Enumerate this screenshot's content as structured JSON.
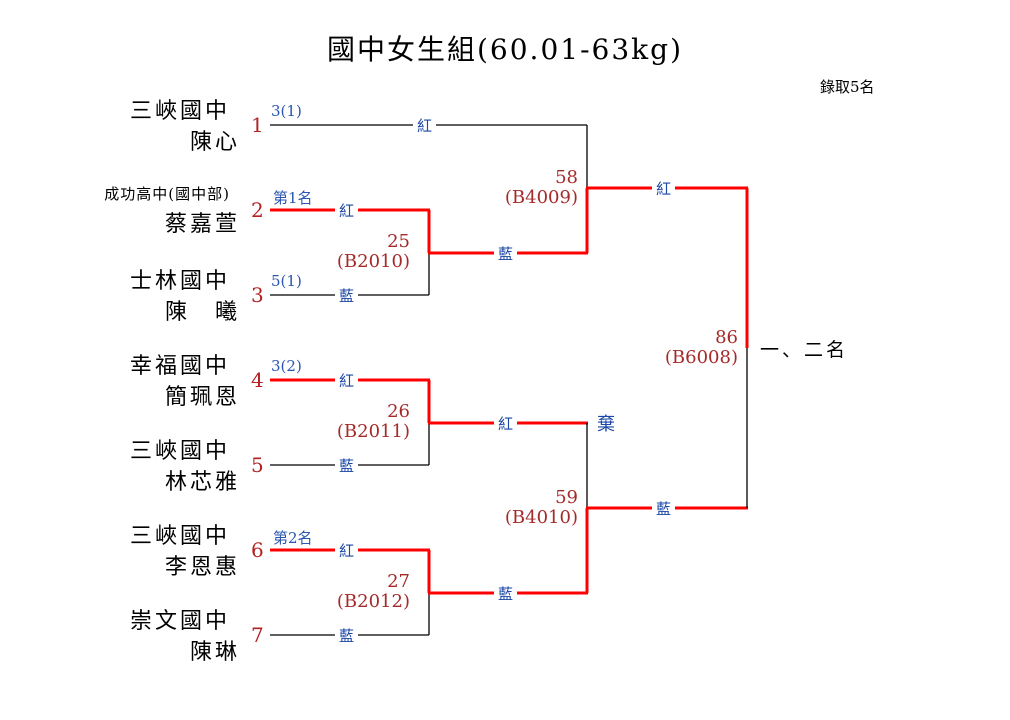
{
  "title": "國中女生組(60.01-63kg)",
  "quota": "錄取5名",
  "colors": {
    "win_line": "#ff0000",
    "line": "#000000",
    "seed": "#b22222",
    "corner": "#1b47a6",
    "match": "#a52a2a"
  },
  "players": [
    {
      "seed": "1",
      "school": "三峽國中",
      "name": "陳心",
      "note": "3(1)"
    },
    {
      "seed": "2",
      "school": "成功高中(國中部)",
      "name": "蔡嘉萱",
      "note": "第1名"
    },
    {
      "seed": "3",
      "school": "士林國中",
      "name": "陳　曦",
      "note": "5(1)"
    },
    {
      "seed": "4",
      "school": "幸福國中",
      "name": "簡珮恩",
      "note": "3(2)"
    },
    {
      "seed": "5",
      "school": "三峽國中",
      "name": "林芯雅",
      "note": ""
    },
    {
      "seed": "6",
      "school": "三峽國中",
      "name": "李恩惠",
      "note": "第2名"
    },
    {
      "seed": "7",
      "school": "崇文國中",
      "name": "陳琳",
      "note": ""
    }
  ],
  "corners": {
    "red": "紅",
    "blue": "藍"
  },
  "matches": [
    {
      "id": "25",
      "code": "(B2010)"
    },
    {
      "id": "26",
      "code": "(B2011)"
    },
    {
      "id": "27",
      "code": "(B2012)"
    },
    {
      "id": "58",
      "code": "(B4009)"
    },
    {
      "id": "59",
      "code": "(B4010)"
    },
    {
      "id": "86",
      "code": "(B6008)"
    }
  ],
  "forfeit": "棄",
  "final_result": "一、二名"
}
